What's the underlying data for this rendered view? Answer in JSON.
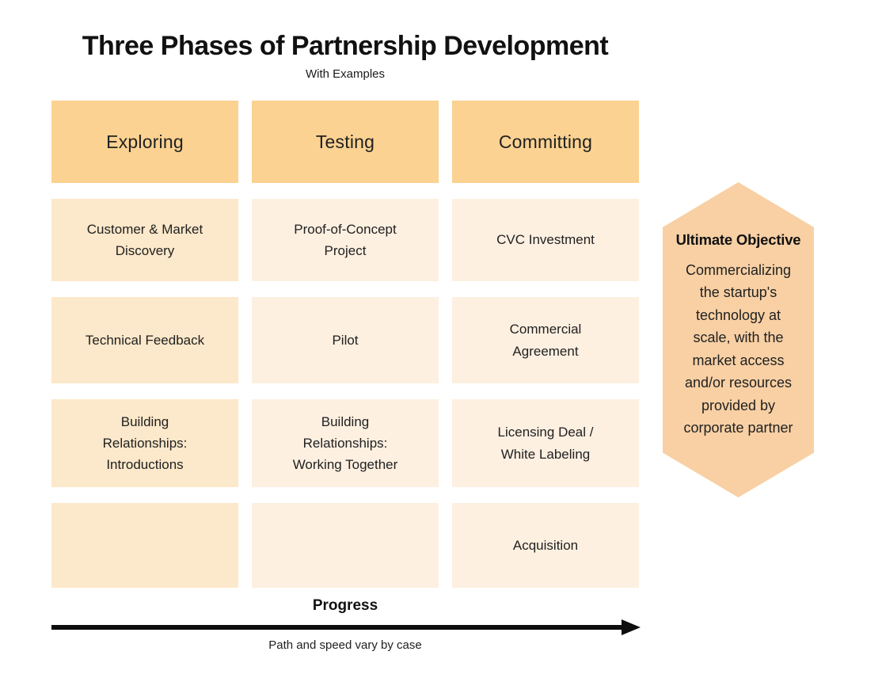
{
  "title": "Three Phases of Partnership Development",
  "subtitle": "With Examples",
  "columns": [
    {
      "header": "Exploring",
      "items": [
        "Customer & Market\nDiscovery",
        "Technical Feedback",
        "Building\nRelationships:\nIntroductions",
        ""
      ]
    },
    {
      "header": "Testing",
      "items": [
        "Proof-of-Concept\nProject",
        "Pilot",
        "Building\nRelationships:\nWorking Together",
        ""
      ]
    },
    {
      "header": "Committing",
      "items": [
        "CVC Investment",
        "Commercial\nAgreement",
        "Licensing Deal /\nWhite Labeling",
        "Acquisition"
      ]
    }
  ],
  "objective": {
    "title": "Ultimate Objective",
    "body": "Commercializing\nthe startup's\ntechnology at\nscale, with the\nmarket access\nand/or resources\nprovided by\ncorporate partner"
  },
  "progress": {
    "label": "Progress",
    "caption": "Path and speed vary by case"
  },
  "colors": {
    "header_bg": "#FBD291",
    "col1_bg": "#FCE8CA",
    "col_light_bg": "#FDF0E1",
    "hex_bg": "#F8D0A4",
    "text": "#212121",
    "arrow": "#0E0E0E"
  }
}
